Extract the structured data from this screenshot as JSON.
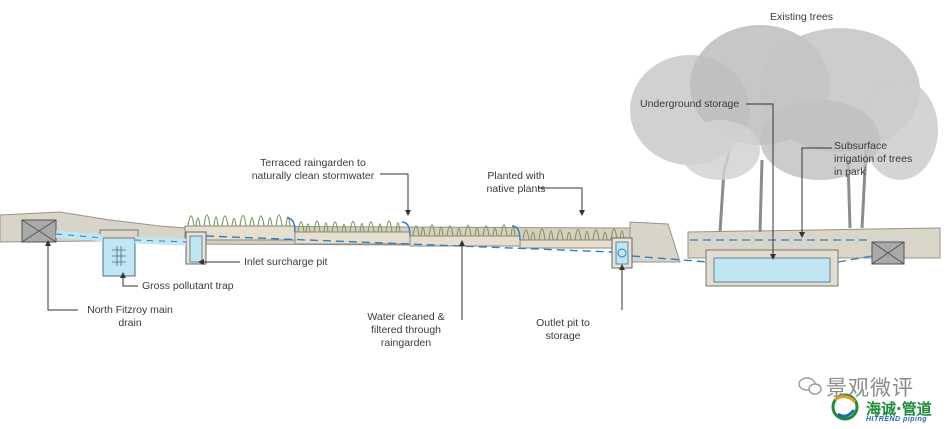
{
  "labels": {
    "existing_trees": "Existing trees",
    "underground_storage": "Underground storage",
    "subsurface_irrigation": [
      "Subsurface",
      "irrigation of trees",
      "in park"
    ],
    "terraced_raingarden": [
      "Terraced raingarden to",
      "naturally clean stormwater"
    ],
    "planted_native": [
      "Planted with",
      "native plants"
    ],
    "inlet_surcharge_pit": "Inlet surcharge pit",
    "gross_pollutant_trap": "Gross pollutant trap",
    "north_fitzroy_drain": [
      "North Fitzroy main",
      "drain"
    ],
    "water_cleaned": [
      "Water cleaned &",
      "filtered through",
      "raingarden"
    ],
    "outlet_pit": [
      "Outlet pit to",
      "storage"
    ]
  },
  "watermark": {
    "line1": "景观微评",
    "line2": "海诚·管道",
    "line3": "HITREND piping"
  },
  "colors": {
    "water": "#bfe6f2",
    "pipe": "#2f7fc1",
    "grass": "#8fae72",
    "concrete": "#d9d4c8",
    "tree": "#b9b9b9"
  }
}
